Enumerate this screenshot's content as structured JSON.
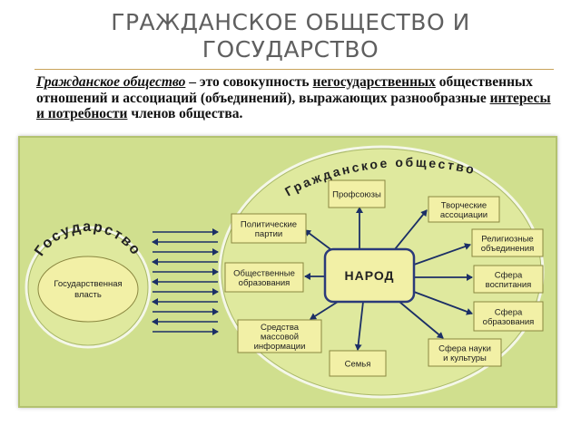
{
  "slide": {
    "title_line1": "ГРАЖДАНСКОЕ ОБЩЕСТВО И",
    "title_line2": "ГОСУДАРСТВО",
    "definition": {
      "term": "Гражданское общество",
      "part1": " – это совокупность ",
      "link1": "негосударственных",
      "part2": " общественных отношений и ассоциаций (объединений), выражающих разнообразные ",
      "link2": "интересы и потребности",
      "part3": " членов общества."
    }
  },
  "diagram": {
    "state_label": "Государство",
    "state_inner": [
      "Государственная",
      "власть"
    ],
    "society_label": "Гражданское общество",
    "center_label": "НАРОД",
    "boxes": [
      {
        "id": "profsoyuzy",
        "lines": [
          "Профсоюзы"
        ]
      },
      {
        "id": "tvorcheskie",
        "lines": [
          "Творческие",
          "ассоциации"
        ]
      },
      {
        "id": "politicheskie",
        "lines": [
          "Политические",
          "партии"
        ]
      },
      {
        "id": "religioznye",
        "lines": [
          "Религиозные",
          "объединения"
        ]
      },
      {
        "id": "obshchestvennye",
        "lines": [
          "Общественные",
          "образования"
        ]
      },
      {
        "id": "vospitanie",
        "lines": [
          "Сфера",
          "воспитания"
        ]
      },
      {
        "id": "obrazovanie",
        "lines": [
          "Сфера",
          "образования"
        ]
      },
      {
        "id": "smi",
        "lines": [
          "Средства",
          "массовой",
          "информации"
        ]
      },
      {
        "id": "nauka",
        "lines": [
          "Сфера науки",
          "и культуры"
        ]
      },
      {
        "id": "semya",
        "lines": [
          "Семья"
        ]
      }
    ]
  }
}
